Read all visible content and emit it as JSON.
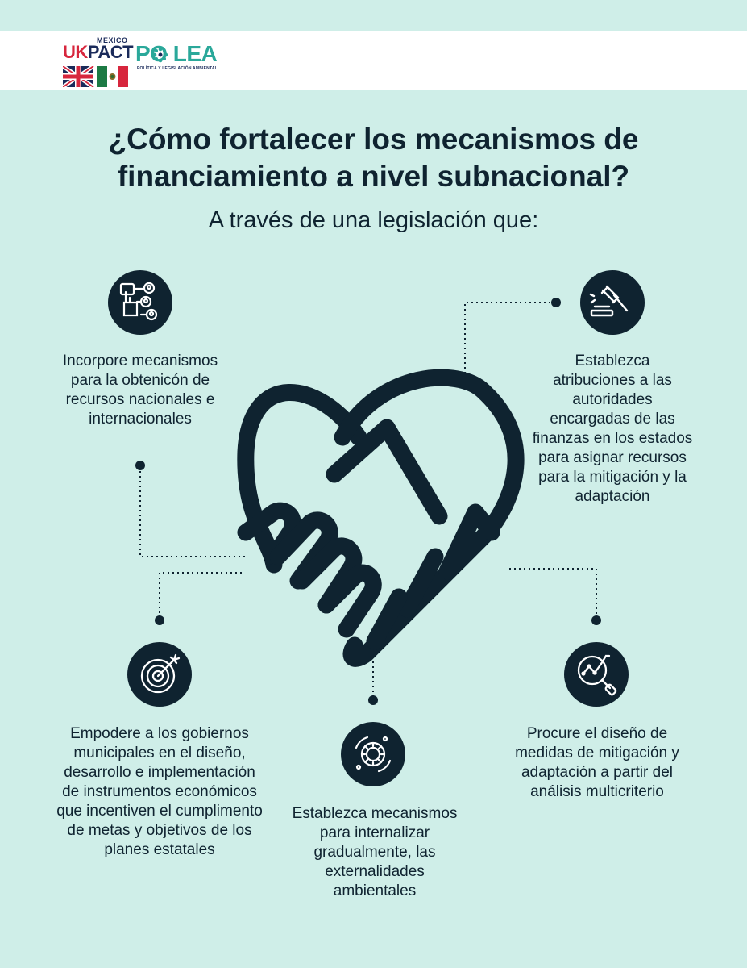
{
  "header": {
    "uk_pact": {
      "prefix": "UK",
      "name": "PACT",
      "country": "MEXICO"
    },
    "polea": {
      "name": "PO  LEA",
      "tagline": "POLÍTICA Y LEGISLACIÓN AMBIENTAL"
    }
  },
  "title": "¿Cómo fortalecer los mecanismos de financiamiento a nivel subnacional?",
  "subtitle": "A través de una legislación que:",
  "items": [
    {
      "icon": "hand-network-icon",
      "text": "Incorpore mecanismos para la obtenicón de recursos nacionales e internacionales"
    },
    {
      "icon": "gavel-icon",
      "text": "Establezca atribuciones a las autoridades encargadas de las finanzas en los estados para asignar recursos para la mitigación y la adaptación"
    },
    {
      "icon": "target-icon",
      "text": "Empodere a los gobiernos municipales en el diseño, desarrollo e implementación de instrumentos económicos que incentiven el cumplimento de metas y objetivos de los planes estatales"
    },
    {
      "icon": "gear-icon",
      "text": "Establezca mecanismos para internalizar gradualmente, las externalidades ambientales"
    },
    {
      "icon": "magnifier-chart-icon",
      "text": "Procure el diseño de medidas de mitigación y adaptación a partir del análisis multicriterio"
    }
  ],
  "colors": {
    "background": "#cfeee8",
    "dark": "#0f2330",
    "uk_red": "#d7263d",
    "uk_blue": "#1a2a5a",
    "polea_teal": "#2aa89a"
  }
}
